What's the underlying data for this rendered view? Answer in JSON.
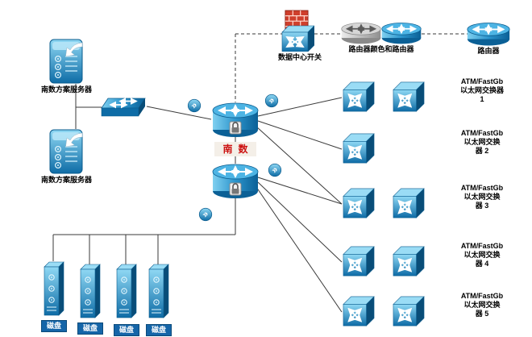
{
  "labels": {
    "server1": "南数方案服务器",
    "server2": "南数方案服务器",
    "datacenter_switch": "数据中心开关",
    "router_pair": "路由器颜色和路由器",
    "router_right": "路由器",
    "core_name": "南数"
  },
  "atm_switches": [
    {
      "lines": [
        "ATM/FastGb",
        "以太网交换器",
        "1"
      ]
    },
    {
      "lines": [
        "ATM/FastGb",
        "以太网交换",
        "器 2"
      ]
    },
    {
      "lines": [
        "ATM/FastGb",
        "以太网交换",
        "器 3"
      ]
    },
    {
      "lines": [
        "ATM/FastGb",
        "以太网交换",
        "器 4"
      ]
    },
    {
      "lines": [
        "ATM/FastGb",
        "以太网交换",
        "器 5"
      ]
    }
  ],
  "disks": [
    {
      "label": "磁盘"
    },
    {
      "label": "磁盘"
    },
    {
      "label": "磁盘"
    },
    {
      "label": "磁盘"
    }
  ],
  "colors": {
    "device_blue": "#1178b4",
    "device_cyan": "#7fd0f0",
    "firewall_red": "#cf3f2c",
    "core_text_red": "#cc1111",
    "line": "#3a3a3a"
  }
}
